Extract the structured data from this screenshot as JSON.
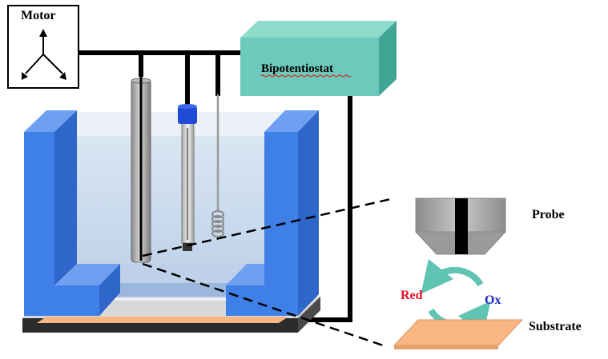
{
  "labels": {
    "motor": "Motor",
    "bipotentiostat": "Bipotentiostat",
    "probe": "Probe",
    "red": "Red",
    "ox": "Ox",
    "substrate": "Substrate"
  },
  "colors": {
    "tank_blue": "#3f7fe8",
    "potentiostat_teal": "#6dc9bb",
    "substrate_orange": "#f9b682",
    "red_label": "#e8102a",
    "ox_label": "#1a24c8",
    "cycle_arrow": "#5fc4b4",
    "solution": "#c9dcef",
    "wire": "#000000"
  }
}
